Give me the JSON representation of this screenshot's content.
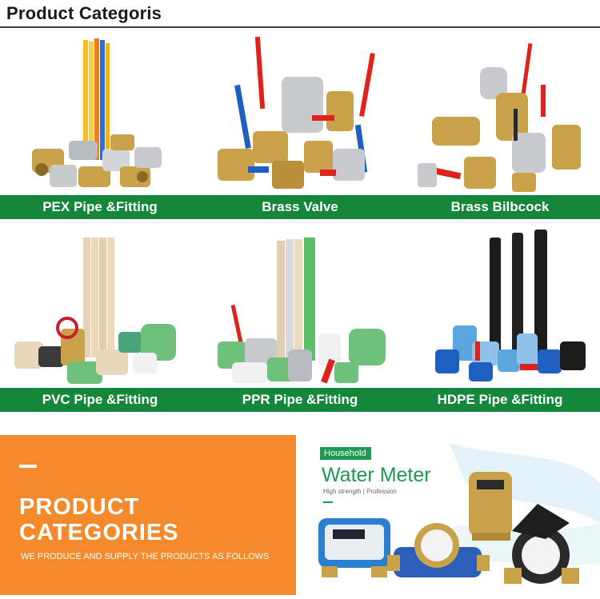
{
  "header": {
    "title": "Product Categoris"
  },
  "categories": [
    {
      "label": "PEX Pipe &Fitting"
    },
    {
      "label": "Brass Valve"
    },
    {
      "label": "Brass Bilbcock"
    },
    {
      "label": "PVC Pipe &Fitting"
    },
    {
      "label": "PPR Pipe &Fitting"
    },
    {
      "label": "HDPE Pipe &Fitting"
    }
  ],
  "promo": {
    "title_line1": "PRODUCT",
    "title_line2": "CATEGORIES",
    "subtitle": "WE PRODUCE AND SUPPLY THE PRODUCTS AS FOLLOWS"
  },
  "water_meter": {
    "badge": "Household",
    "title": "Water Meter",
    "tagline": "High strength | Profession"
  },
  "colors": {
    "banner_green": "#15873a",
    "promo_orange": "#f58a2d",
    "meter_green": "#1c9a52",
    "valve_red": "#e0221c",
    "handle_blue": "#1f5fbf",
    "brass": "#c9a24a",
    "chrome": "#c7c9cc"
  }
}
